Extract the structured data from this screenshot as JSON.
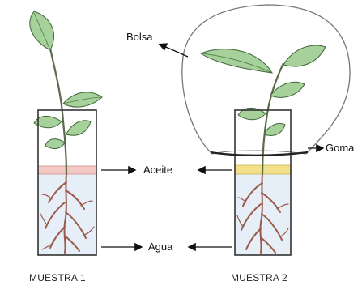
{
  "labels": {
    "bag": "Bolsa",
    "oil": "Aceite",
    "rubber_band": "Goma",
    "water": "Agua"
  },
  "captions": {
    "sample_1": "MUESTRA 1",
    "sample_2": "MUESTRA 2"
  },
  "colors": {
    "leaf": "#a6d19a",
    "leaf_vein": "#4d7a45",
    "stem": "#5b6b4a",
    "root": "#9b5a4a",
    "oil_sample1": "#f3c9c3",
    "oil_sample2": "#f3e08a",
    "water": "#e6eef7",
    "outline": "#333333"
  }
}
